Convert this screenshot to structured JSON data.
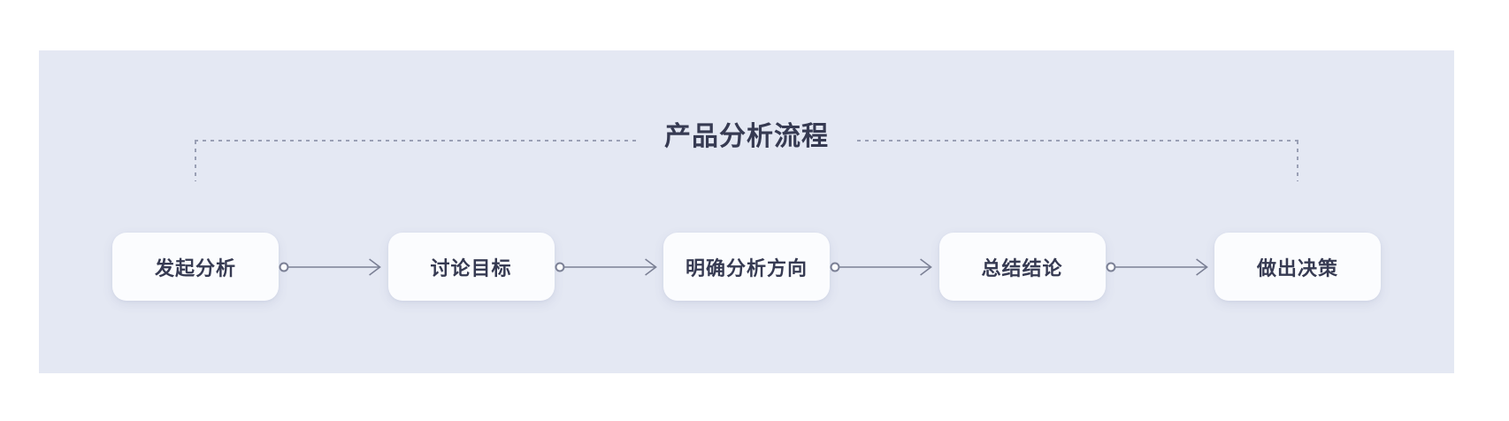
{
  "diagram": {
    "title": "产品分析流程",
    "steps": [
      {
        "label": "发起分析"
      },
      {
        "label": "讨论目标"
      },
      {
        "label": "明确分析方向"
      },
      {
        "label": "总结结论"
      },
      {
        "label": "做出决策"
      }
    ],
    "connector_icon": "circle-line-arrow-right-icon",
    "colors": {
      "panel_bg": "#e4e8f3",
      "node_bg": "#fbfcfe",
      "text": "#363a52",
      "connector": "#7b8095",
      "bracket": "#9aa0b5"
    }
  }
}
